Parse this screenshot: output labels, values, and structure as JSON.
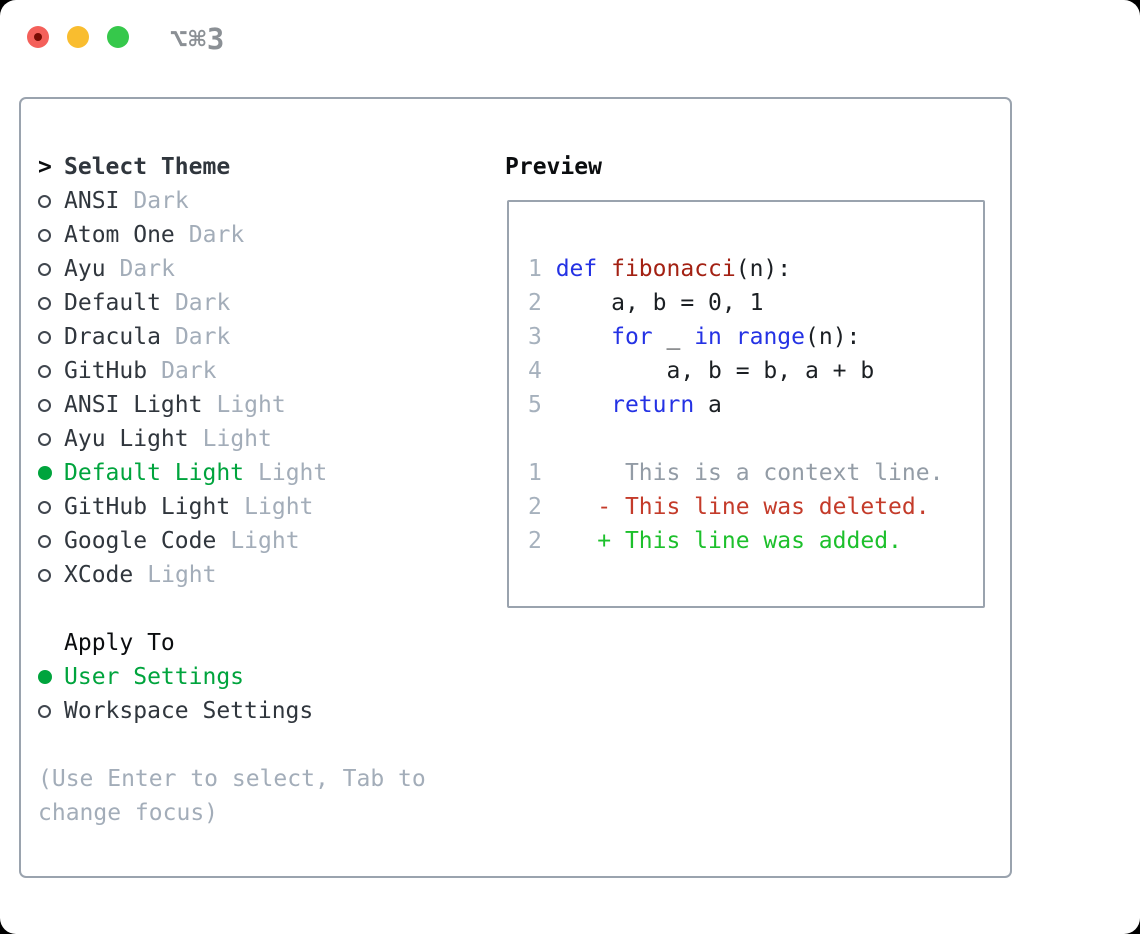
{
  "window": {
    "shortcut": "⌥⌘3",
    "traffic_lights": [
      "close",
      "minimize",
      "zoom"
    ]
  },
  "theme_panel": {
    "heading": {
      "marker": ">",
      "label": "Select Theme"
    },
    "items": [
      {
        "name": "ANSI",
        "variant": "Dark",
        "selected": false
      },
      {
        "name": "Atom One",
        "variant": "Dark",
        "selected": false
      },
      {
        "name": "Ayu",
        "variant": "Dark",
        "selected": false
      },
      {
        "name": "Default",
        "variant": "Dark",
        "selected": false
      },
      {
        "name": "Dracula",
        "variant": "Dark",
        "selected": false
      },
      {
        "name": "GitHub",
        "variant": "Dark",
        "selected": false
      },
      {
        "name": "ANSI Light",
        "variant": "Light",
        "selected": false
      },
      {
        "name": "Ayu Light",
        "variant": "Light",
        "selected": false
      },
      {
        "name": "Default Light",
        "variant": "Light",
        "selected": true
      },
      {
        "name": "GitHub Light",
        "variant": "Light",
        "selected": false
      },
      {
        "name": "Google Code",
        "variant": "Light",
        "selected": false
      },
      {
        "name": "XCode",
        "variant": "Light",
        "selected": false
      }
    ],
    "apply_to": {
      "heading": "Apply To",
      "options": [
        {
          "name": "User Settings",
          "selected": true
        },
        {
          "name": "Workspace Settings",
          "selected": false
        }
      ]
    },
    "hint": "(Use Enter to select, Tab to change focus)"
  },
  "preview": {
    "heading": "Preview",
    "lines": [
      [
        [
          "1 ",
          "ln"
        ],
        [
          "def",
          "kw"
        ],
        [
          " ",
          "pl"
        ],
        [
          "fibonacci",
          "fn"
        ],
        [
          "(n):",
          "pl"
        ]
      ],
      [
        [
          "2 ",
          "ln"
        ],
        [
          "    a, b = 0, 1",
          "pl"
        ]
      ],
      [
        [
          "3 ",
          "ln"
        ],
        [
          "    ",
          "pl"
        ],
        [
          "for",
          "kw"
        ],
        [
          " _ ",
          "pl"
        ],
        [
          "in",
          "kw"
        ],
        [
          " ",
          "pl"
        ],
        [
          "range",
          "kw"
        ],
        [
          "(n):",
          "pl"
        ]
      ],
      [
        [
          "4 ",
          "ln"
        ],
        [
          "        a, b = b, a + b",
          "pl"
        ]
      ],
      [
        [
          "5 ",
          "ln"
        ],
        [
          "    ",
          "pl"
        ],
        [
          "return",
          "kw"
        ],
        [
          " a",
          "pl"
        ]
      ],
      [],
      [
        [
          "1",
          "ln"
        ],
        [
          "      This is a context line.",
          "ctx"
        ]
      ],
      [
        [
          "2",
          "ln"
        ],
        [
          "    ",
          "pl"
        ],
        [
          "- This line was deleted.",
          "del"
        ]
      ],
      [
        [
          "2",
          "ln"
        ],
        [
          "    ",
          "pl"
        ],
        [
          "+ This line was added.",
          "add"
        ]
      ]
    ]
  },
  "colors": {
    "accent_green": "#00a43d",
    "diff_added": "#1dc02c",
    "diff_deleted": "#c43b2a",
    "keyword_blue": "#2432e4",
    "function_red": "#a32113",
    "muted_gray": "#a3adb9",
    "text_dark": "#30363d",
    "border_gray": "#9aa3ae",
    "line_number_gray": "#a6b1bd",
    "context_gray": "#939ca6",
    "titlebar_gray": "#8b9095",
    "traffic_red": "#f4605a",
    "traffic_red_dot": "#790c04",
    "traffic_yellow": "#f9bd2f",
    "traffic_green": "#36c84b"
  }
}
